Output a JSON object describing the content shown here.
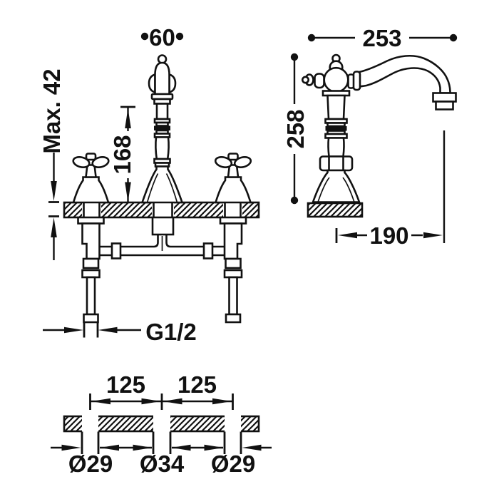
{
  "front_view": {
    "dim_top_width": "60",
    "dim_max_thickness": "Max. 42",
    "dim_height_to_spout": "168",
    "dim_connection_thread": "G1/2"
  },
  "side_view": {
    "dim_total_width": "253",
    "dim_total_height": "258",
    "dim_spout_reach": "190"
  },
  "plan_view": {
    "dim_pitch_left": "125",
    "dim_pitch_right": "125",
    "dim_left_hole": "Ø29",
    "dim_center_hole": "Ø34",
    "dim_right_hole": "Ø29"
  },
  "colors": {
    "line": "#111111",
    "background": "#ffffff"
  }
}
